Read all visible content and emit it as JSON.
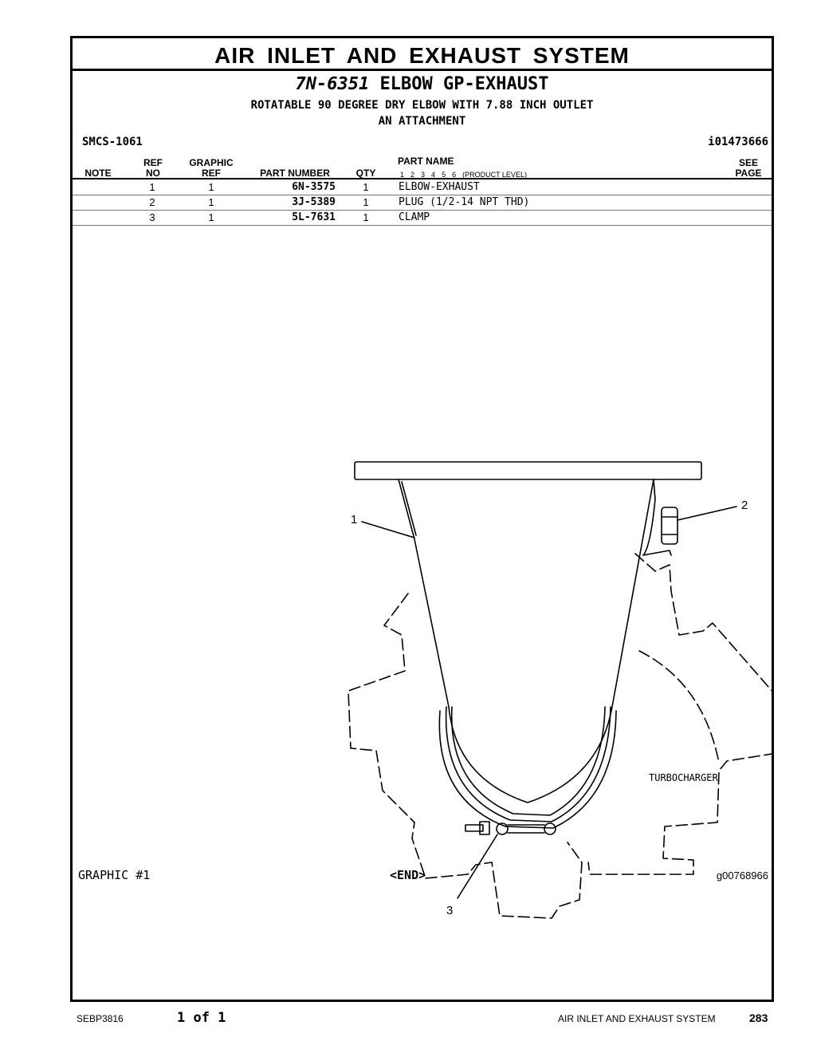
{
  "header": {
    "system_title": "AIR INLET AND EXHAUST SYSTEM",
    "group_number": "7N-6351",
    "group_name": "ELBOW GP-EXHAUST",
    "description_line1": "ROTATABLE 90 DEGREE DRY ELBOW WITH 7.88 INCH OUTLET",
    "description_line2": "AN ATTACHMENT",
    "smcs": "SMCS-1061",
    "ident": "i01473666"
  },
  "table": {
    "col_note": "NOTE",
    "col_ref_top": "REF",
    "col_ref_bottom": "NO",
    "col_graphic_top": "GRAPHIC",
    "col_graphic_bottom": "REF",
    "col_part_number": "PART NUMBER",
    "col_qty": "QTY",
    "col_part_name": "PART NAME",
    "product_levels": [
      "1",
      "2",
      "3",
      "4",
      "5",
      "6"
    ],
    "product_level_label": "(PRODUCT LEVEL)",
    "col_see_top": "SEE",
    "col_see_bottom": "PAGE",
    "rows": [
      {
        "ref": "1",
        "graphic_ref": "1",
        "part_number": "6N-3575",
        "qty": "1",
        "part_name": "ELBOW-EXHAUST"
      },
      {
        "ref": "2",
        "graphic_ref": "1",
        "part_number": "3J-5389",
        "qty": "1",
        "part_name": "PLUG (1/2-14 NPT THD)"
      },
      {
        "ref": "3",
        "graphic_ref": "1",
        "part_number": "5L-7631",
        "qty": "1",
        "part_name": "CLAMP"
      }
    ]
  },
  "graphic": {
    "callouts": [
      "1",
      "2",
      "3"
    ],
    "turbo_label": "TURBOCHARGER",
    "label": "GRAPHIC #1",
    "end": "<END>",
    "number": "g00768966"
  },
  "footer": {
    "doc": "SEBP3816",
    "page_of": "1 of 1",
    "section": "AIR INLET AND EXHAUST SYSTEM",
    "page_number": "283"
  }
}
